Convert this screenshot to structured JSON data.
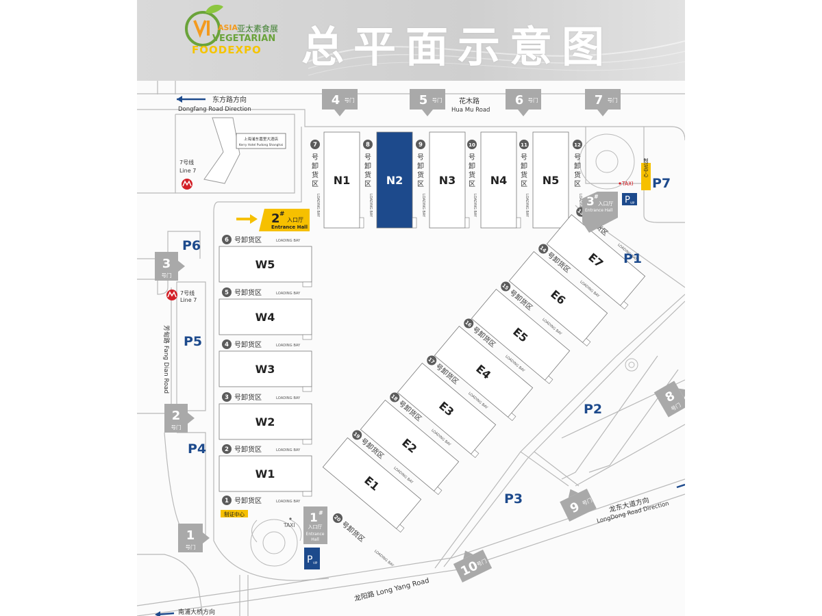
{
  "header": {
    "title": "总平面示意图",
    "logo": {
      "line1": "ASIA",
      "line1_cn": "亚太素食展",
      "line2": "VEGETARIAN",
      "line3": "FOODEXPO"
    }
  },
  "roads": {
    "dongfang_cn": "东方路方向",
    "dongfang_en": "Dongfang Road Direction",
    "huamu_cn": "花木路",
    "huamu_en": "Hua Mu Road",
    "fangdian": "芳甸路 Fang Dian Road",
    "longyang": "龙阳路 Long Yang Road",
    "longdong_cn": "龙东大道方向",
    "longdong_en": "LongDong Road Direction",
    "nanpu_cn": "南浦大桥方向"
  },
  "landmarks": {
    "hotel_cn": "上海浦东嘉里大酒店",
    "hotel_en": "Kerry Hotel Pudong Shanghai",
    "metro_line": "7号线",
    "metro_line_en": "Line 7",
    "taxi": "TAXI",
    "cert_center": "制证中心",
    "cert_center_vertical": "制证中心"
  },
  "gates": [
    {
      "num": "1",
      "label": "号门"
    },
    {
      "num": "2",
      "label": "号门"
    },
    {
      "num": "3",
      "label": "号门"
    },
    {
      "num": "4",
      "label": "号门"
    },
    {
      "num": "5",
      "label": "号门"
    },
    {
      "num": "6",
      "label": "号门"
    },
    {
      "num": "7",
      "label": "号门"
    },
    {
      "num": "8",
      "label": "号门"
    },
    {
      "num": "9",
      "label": "号门"
    },
    {
      "num": "10",
      "label": "号门"
    }
  ],
  "entrances": {
    "e1": {
      "num": "1",
      "sym": "#",
      "cn": "入口厅",
      "en1": "Entrance",
      "en2": "Hall"
    },
    "e2": {
      "num": "2",
      "sym": "#",
      "cn": "入口厅",
      "en": "Entrance Hall"
    },
    "e3": {
      "num": "3",
      "sym": "#",
      "cn": "入口厅",
      "en": "Entrance Hall"
    }
  },
  "halls_north": [
    {
      "name": "N1",
      "bay": "7",
      "highlight": false
    },
    {
      "name": "N2",
      "bay": "8",
      "highlight": true
    },
    {
      "name": "N3",
      "bay": "9",
      "highlight": false
    },
    {
      "name": "N4",
      "bay": "10",
      "highlight": false
    },
    {
      "name": "N5",
      "bay": "11",
      "highlight": false
    }
  ],
  "bay_12": "12",
  "halls_west": [
    {
      "name": "W5",
      "bay": "6"
    },
    {
      "name": "W4",
      "bay": "5"
    },
    {
      "name": "W3",
      "bay": "4"
    },
    {
      "name": "W2",
      "bay": "3"
    },
    {
      "name": "W1",
      "bay": "2"
    }
  ],
  "bay_1": "1",
  "halls_east": [
    {
      "name": "E7",
      "bay": "13"
    },
    {
      "name": "E6",
      "bay": "14"
    },
    {
      "name": "E5",
      "bay": "15"
    },
    {
      "name": "E4",
      "bay": "16"
    },
    {
      "name": "E3",
      "bay": "17"
    },
    {
      "name": "E2",
      "bay": "18"
    },
    {
      "name": "E1",
      "bay": "19"
    }
  ],
  "bay_20": "20",
  "loading": {
    "cn": "号卸货区",
    "en": "LOADING BAY",
    "chars": [
      "号",
      "卸",
      "货",
      "区"
    ]
  },
  "parking": {
    "p1": "P1",
    "p2": "P2",
    "p3": "P3",
    "p4": "P4",
    "p5": "P5",
    "p6": "P6",
    "p7": "P7",
    "p": "P",
    "vip": "VIP"
  },
  "colors": {
    "highlight": "#1d4a8c",
    "gate": "#a9a9a9",
    "entrance": "#f6c000",
    "parking_text": "#1d4a8c",
    "road_line": "#b8b8b8",
    "badge": "#5b5b5b",
    "metro": "#d32027"
  }
}
